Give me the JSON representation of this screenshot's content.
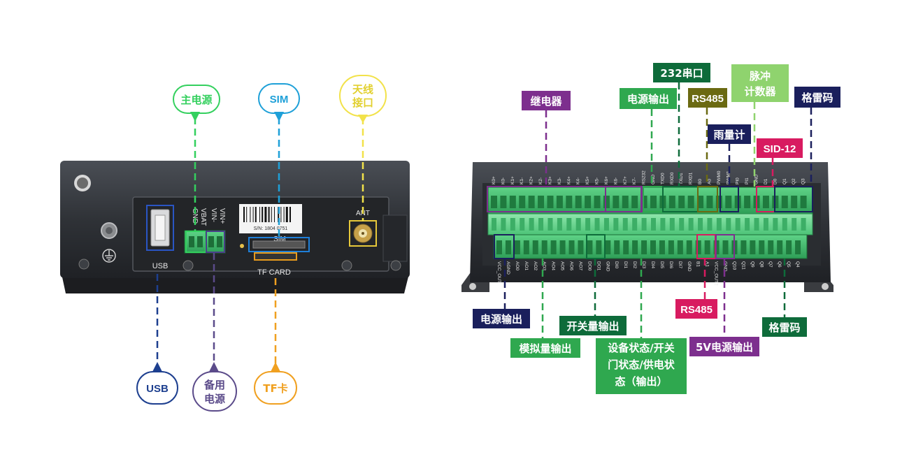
{
  "colors": {
    "green_light": "#22b14c",
    "blue_light": "#1ea0d8",
    "yellow": "#f2e24a",
    "blue_dark": "#1d3f8f",
    "purple_gray": "#5b4b8a",
    "orange": "#f0a020",
    "purple": "#7d2f8e",
    "green_mid": "#2fa84f",
    "green_dark": "#0e6b3a",
    "olive": "#6b6a12",
    "navy": "#1a1f5c",
    "crimson": "#d81b60",
    "device_body": "#2e3136",
    "terminal_green": "#3fbf6a"
  },
  "left_device": {
    "labels": {
      "usb_port": "USB",
      "gnd": "GND",
      "vbat": "VBAT",
      "vin_minus": "VIN-",
      "vin_plus": "VIN+",
      "sim_slot": "SIM",
      "barcode_text": "S/N: 1804 0751",
      "tf_card": "TF CARD",
      "ant": "ANT"
    },
    "callouts": {
      "main_power": "主电源",
      "sim": "SIM",
      "antenna": [
        "天线",
        "接口"
      ],
      "usb": "USB",
      "backup_power": [
        "备用",
        "电源"
      ],
      "tf_card": "TF卡"
    }
  },
  "right_device": {
    "top_pins": [
      "K0+",
      "K0-",
      "K1+",
      "K1-",
      "K2+",
      "K2-",
      "K3+",
      "K3-",
      "K4+",
      "K4-",
      "K5+",
      "K5-",
      "K6+",
      "K6-",
      "K7+",
      "K7-",
      "RS232",
      "GND",
      "TXD0",
      "RXD0",
      "TXD1",
      "RXD1",
      "B0",
      "A0",
      "PWM0",
      "PWM1",
      "PI0",
      "PI1",
      "GND",
      "D1",
      "D0",
      "Q1",
      "Q2",
      "Q3"
    ],
    "bottom_pins": [
      "VCC_OUT",
      "AGND",
      "AO0",
      "AO1",
      "AO2",
      "AO3",
      "AO4",
      "AO5",
      "AO6",
      "AO7",
      "DO0",
      "DO1",
      "GND",
      "DI0",
      "DI1",
      "DI2",
      "DI3",
      "DI4",
      "DI5",
      "DI6",
      "DI7",
      "GND",
      "B1",
      "A1",
      "VCC_OUT2",
      "GND",
      "Q10",
      "Q11",
      "Q9",
      "Q8",
      "Q7",
      "Q6",
      "Q5",
      "Q4"
    ],
    "callouts": {
      "relay": "继电器",
      "power_output_top": "电源输出",
      "serial_232": "232串口",
      "rs485_top": "RS485",
      "rain_gauge": "雨量计",
      "pulse_counter": [
        "脉冲",
        "计数器"
      ],
      "sdi12": "SID-12",
      "gray_code_top": "格雷码",
      "power_output_bottom": "电源输出",
      "switch_output": "开关量输出",
      "analog_output": "模拟量输出",
      "device_status": [
        "设备状态/开关",
        "门状态/供电状",
        "态（输出）"
      ],
      "rs485_bottom": "RS485",
      "power_5v": "5V电源输出",
      "gray_code_bottom": "格雷码"
    }
  }
}
